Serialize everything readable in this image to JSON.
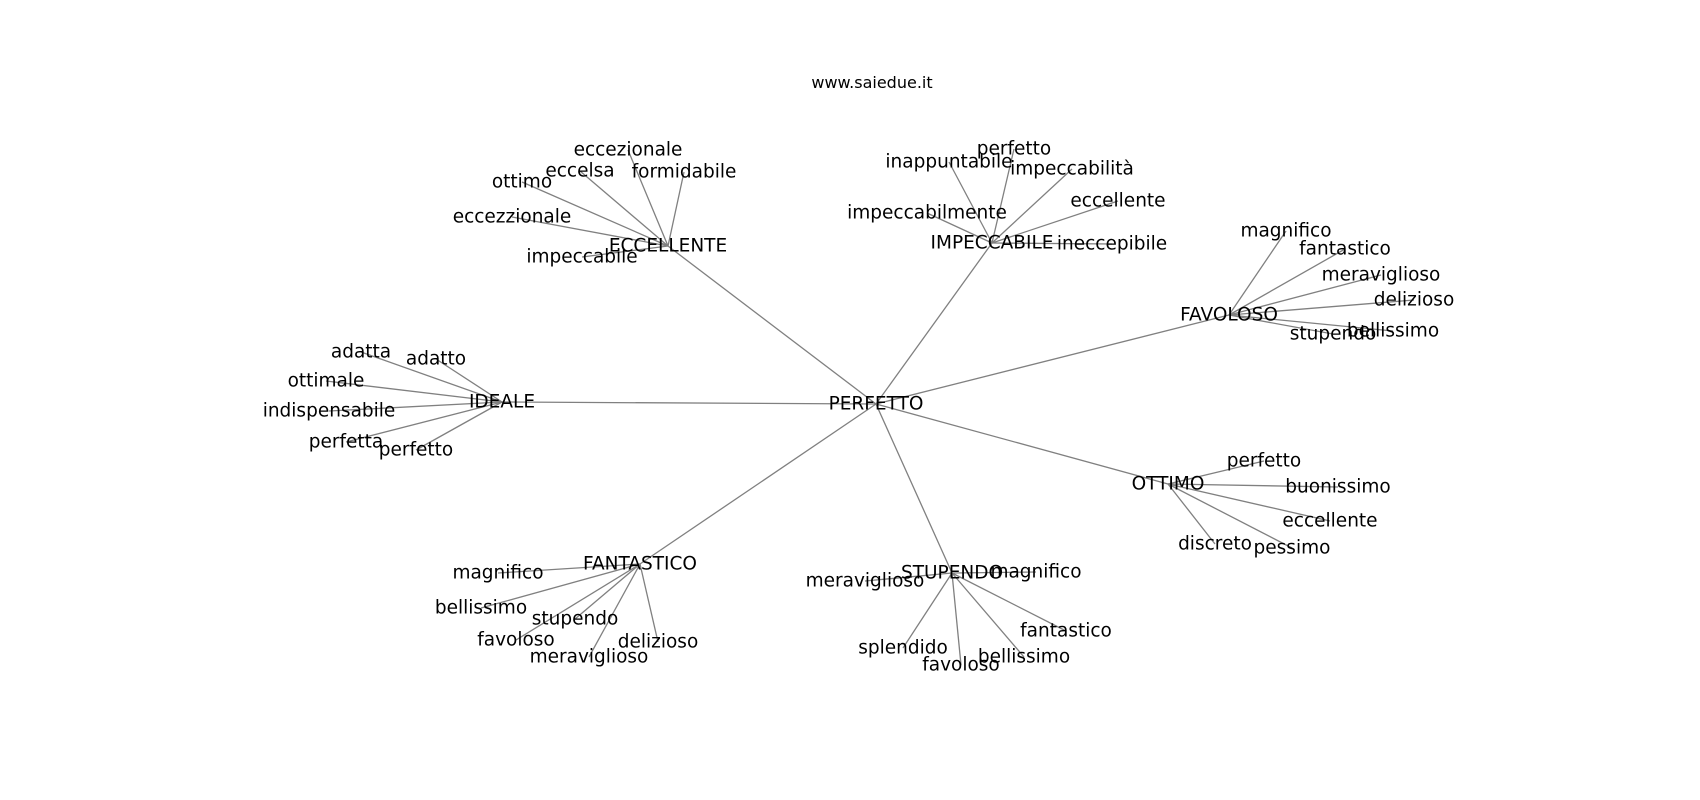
{
  "caption": "www.saiedue.it",
  "colors": {
    "edge": "#808080",
    "text": "#000000",
    "background": "#ffffff"
  },
  "graph": {
    "center": "PERFETTO",
    "hubs": [
      {
        "label": "ECCELLENTE",
        "leaves": [
          "eccezionale",
          "eccelsa",
          "formidabile",
          "ottimo",
          "eccezzionale",
          "impeccabile"
        ]
      },
      {
        "label": "IMPECCABILE",
        "leaves": [
          "perfetto",
          "inappuntabile",
          "impeccabilità",
          "impeccabilmente",
          "eccellente",
          "ineccepibile"
        ]
      },
      {
        "label": "FAVOLOSO",
        "leaves": [
          "magnifico",
          "fantastico",
          "meraviglioso",
          "delizioso",
          "bellissimo",
          "stupendo"
        ]
      },
      {
        "label": "IDEALE",
        "leaves": [
          "adatta",
          "adatto",
          "ottimale",
          "indispensabile",
          "perfetta",
          "perfetto"
        ]
      },
      {
        "label": "OTTIMO",
        "leaves": [
          "perfetto",
          "buonissimo",
          "eccellente",
          "pessimo",
          "discreto"
        ]
      },
      {
        "label": "FANTASTICO",
        "leaves": [
          "magnifico",
          "bellissimo",
          "stupendo",
          "favoloso",
          "meraviglioso",
          "delizioso"
        ]
      },
      {
        "label": "STUPENDO",
        "leaves": [
          "magnifico",
          "meraviglioso",
          "fantastico",
          "splendido",
          "favoloso",
          "bellissimo"
        ]
      }
    ]
  }
}
